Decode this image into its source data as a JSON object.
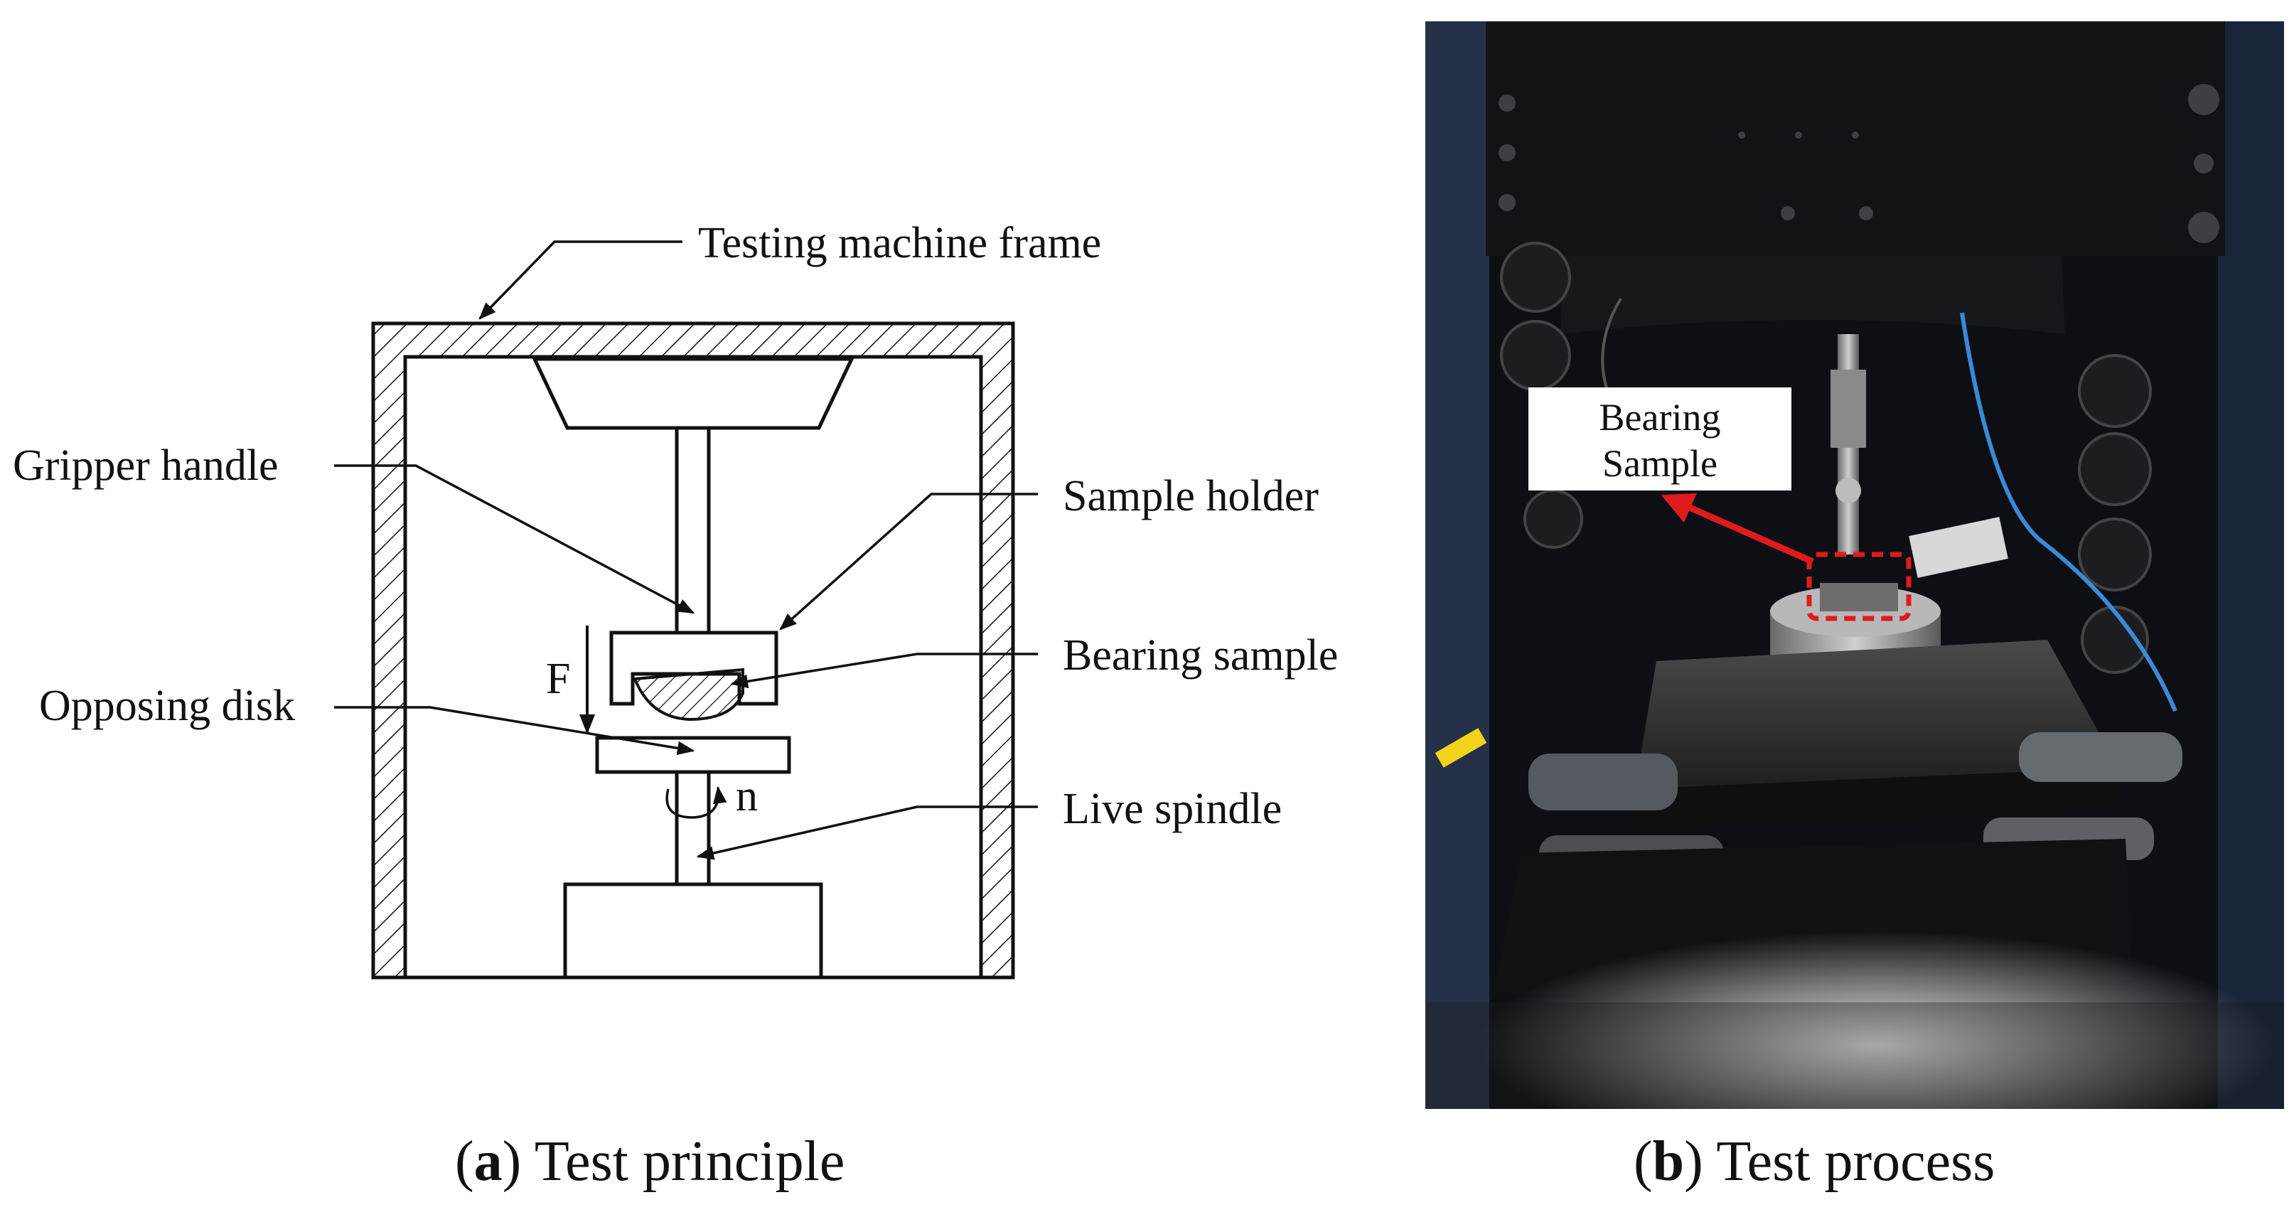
{
  "panel_a": {
    "labels": {
      "frame": "Testing machine frame",
      "gripper": "Gripper handle",
      "holder": "Sample holder",
      "bearing": "Bearing sample",
      "disk": "Opposing disk",
      "spindle": "Live spindle",
      "force": "F",
      "rotation": "n"
    },
    "caption": {
      "letter": "a",
      "text": "Test principle"
    }
  },
  "panel_b": {
    "callout": {
      "line1": "Bearing",
      "line2": "Sample"
    },
    "caption": {
      "letter": "b",
      "text": "Test process"
    }
  },
  "colors": {
    "line": "#111111",
    "highlight": "#e01b1b",
    "label_warn": "#f2d21b"
  }
}
